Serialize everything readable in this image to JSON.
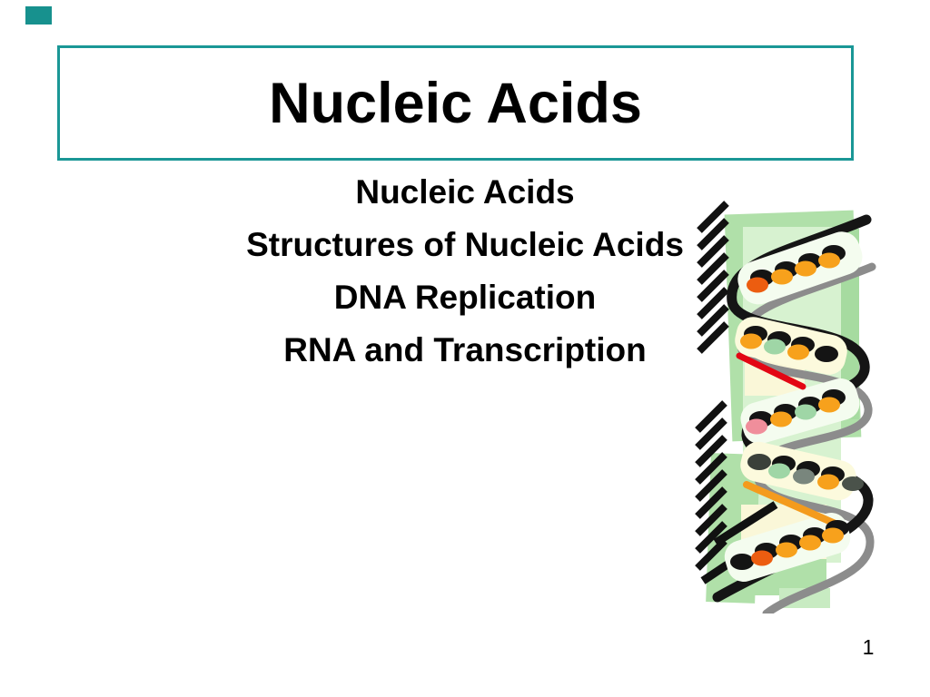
{
  "slide": {
    "corner_mark_color": "#17918E",
    "title": "Nucleic Acids",
    "title_box": {
      "border_color": "#1A9796"
    },
    "outline_lines": [
      "Nucleic Acids",
      "Structures of Nucleic Acids",
      "DNA Replication",
      "RNA and Transcription"
    ],
    "page_number": "1"
  },
  "artwork": {
    "name": "dna-double-helix-clipart",
    "colors": {
      "background_green_medium": "#B0E0A9",
      "background_green_light": "#D7F2D0",
      "background_green_dark": "#A6DBA0",
      "plate_white": "#F4FCEF",
      "plate_cream": "#FCFADD",
      "cream_patch": "#FAF7D8",
      "strand_black": "#151515",
      "strand_gray": "#8C8C8C",
      "hatch_black": "#111111",
      "bead_orange": "#F7A11C",
      "bead_orange_red": "#EC5D10",
      "bead_pink": "#F08E9B",
      "bead_pale_green": "#9FD6A6",
      "bead_slate": "#79867D",
      "accent_red": "#E30613",
      "accent_orange": "#F49B1D"
    }
  }
}
